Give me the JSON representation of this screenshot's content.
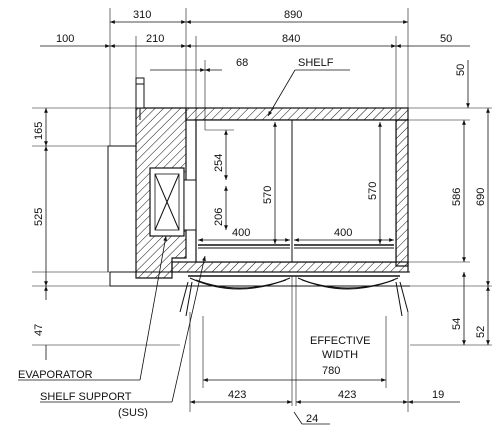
{
  "dimensions": {
    "overall_left": "310",
    "overall_width": "890",
    "left_offset": "100",
    "inner_left": "210",
    "inner_width": "840",
    "right_offset": "50",
    "top_right": "50",
    "shelf_gap": "68",
    "left_top": "165",
    "left_mid": "525",
    "left_bottom": "47",
    "inner_254": "254",
    "inner_206": "206",
    "inner_570_left": "570",
    "inner_570_right": "570",
    "shelf_400_left": "400",
    "shelf_400_right": "400",
    "right_586": "586",
    "right_690": "690",
    "right_54": "54",
    "right_52": "52",
    "door_left": "423",
    "door_right": "423",
    "door_edge": "19",
    "gap_24": "24",
    "effective_width_value": "780"
  },
  "labels": {
    "shelf": "SHELF",
    "effective_line1": "EFFECTIVE",
    "effective_line2": "WIDTH",
    "evaporator": "EVAPORATOR",
    "shelf_support": "SHELF SUPPORT",
    "material": "(SUS)"
  }
}
